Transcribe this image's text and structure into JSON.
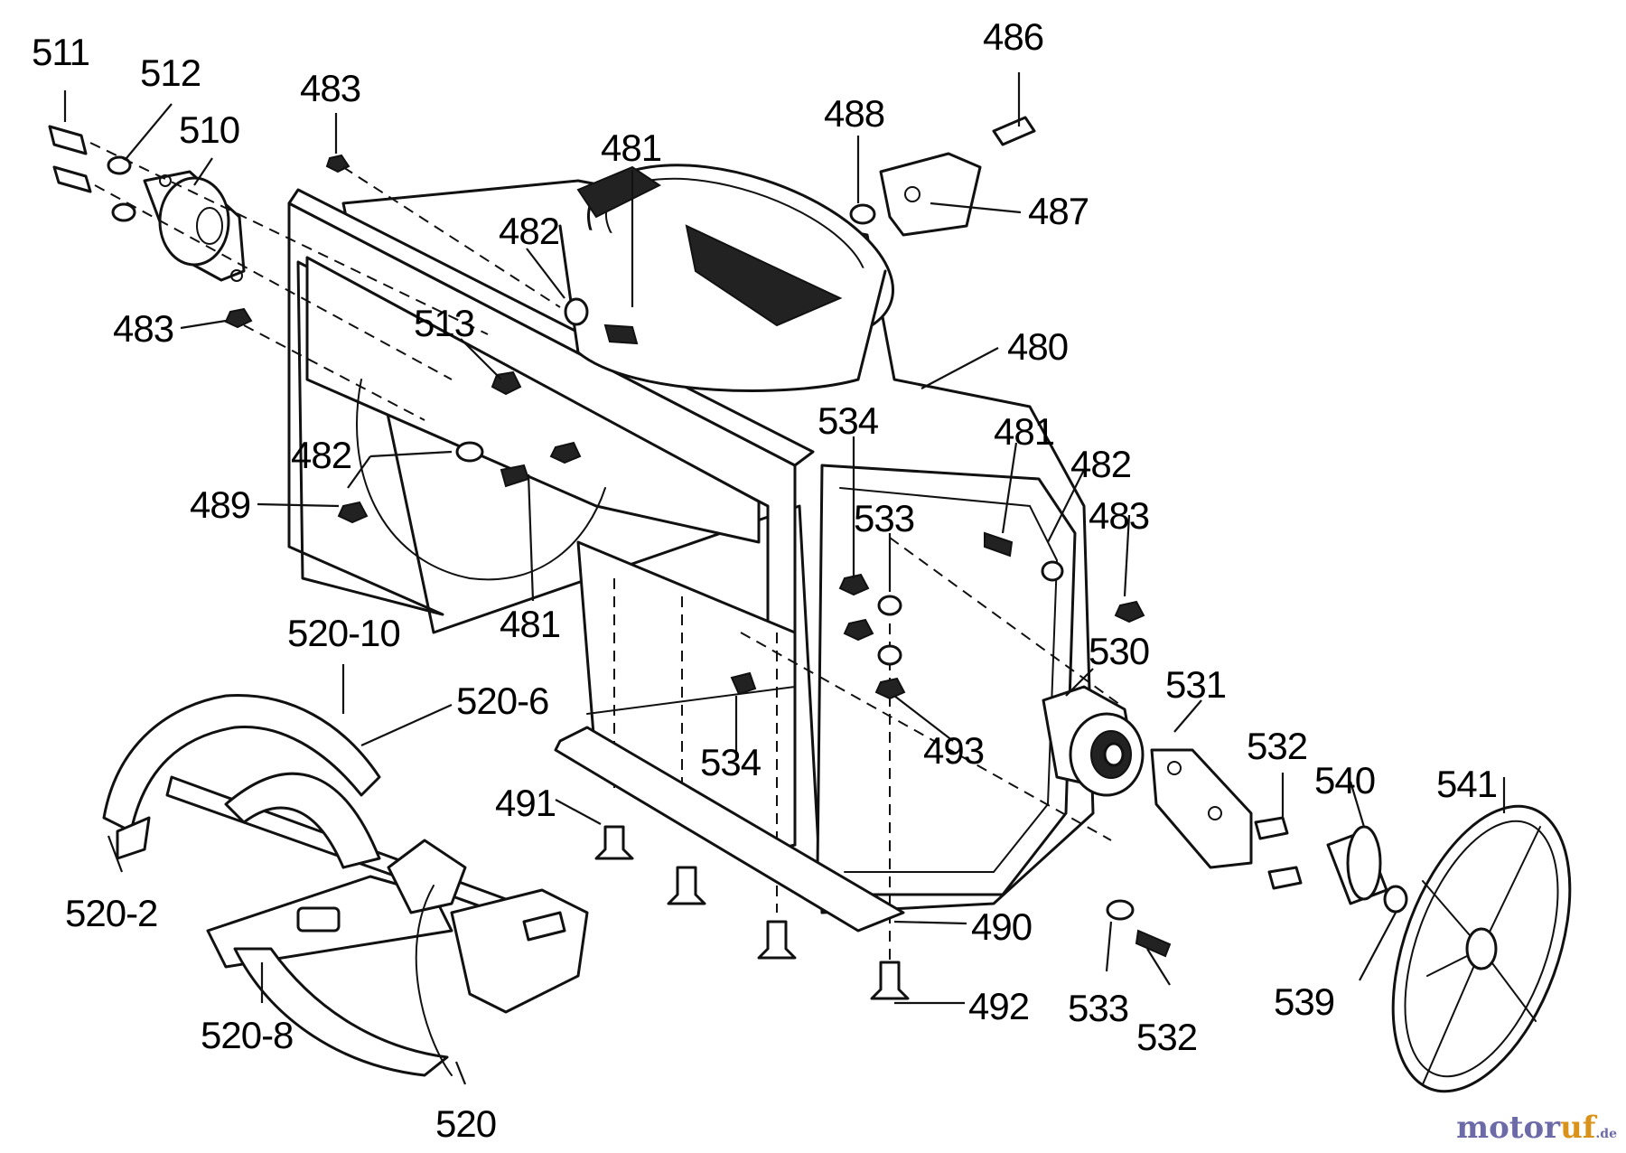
{
  "colors": {
    "line": "#111111",
    "background": "#ffffff",
    "watermark_primary": "#6d6aa8",
    "watermark_accent": "#d9921a"
  },
  "labels": [
    {
      "id": "511",
      "text": "511"
    },
    {
      "id": "512",
      "text": "512"
    },
    {
      "id": "510",
      "text": "510"
    },
    {
      "id": "483a",
      "text": "483"
    },
    {
      "id": "483b",
      "text": "483"
    },
    {
      "id": "483c",
      "text": "483"
    },
    {
      "id": "513",
      "text": "513"
    },
    {
      "id": "482a",
      "text": "482"
    },
    {
      "id": "482b",
      "text": "482"
    },
    {
      "id": "482c",
      "text": "482"
    },
    {
      "id": "489",
      "text": "489"
    },
    {
      "id": "481a",
      "text": "481"
    },
    {
      "id": "481b",
      "text": "481"
    },
    {
      "id": "481c",
      "text": "481"
    },
    {
      "id": "486",
      "text": "486"
    },
    {
      "id": "488",
      "text": "488"
    },
    {
      "id": "487",
      "text": "487"
    },
    {
      "id": "480",
      "text": "480"
    },
    {
      "id": "534a",
      "text": "534"
    },
    {
      "id": "534b",
      "text": "534"
    },
    {
      "id": "533a",
      "text": "533"
    },
    {
      "id": "533b",
      "text": "533"
    },
    {
      "id": "530",
      "text": "530"
    },
    {
      "id": "531",
      "text": "531"
    },
    {
      "id": "532a",
      "text": "532"
    },
    {
      "id": "532b",
      "text": "532"
    },
    {
      "id": "540",
      "text": "540"
    },
    {
      "id": "541",
      "text": "541"
    },
    {
      "id": "539",
      "text": "539"
    },
    {
      "id": "493",
      "text": "493"
    },
    {
      "id": "491",
      "text": "491"
    },
    {
      "id": "490",
      "text": "490"
    },
    {
      "id": "492",
      "text": "492"
    },
    {
      "id": "520-10",
      "text": "520-10"
    },
    {
      "id": "520-6",
      "text": "520-6"
    },
    {
      "id": "520-2",
      "text": "520-2"
    },
    {
      "id": "520-8",
      "text": "520-8"
    },
    {
      "id": "520",
      "text": "520"
    }
  ],
  "watermark": {
    "main": "motor",
    "accent": "uf",
    "suffix": ".de"
  }
}
